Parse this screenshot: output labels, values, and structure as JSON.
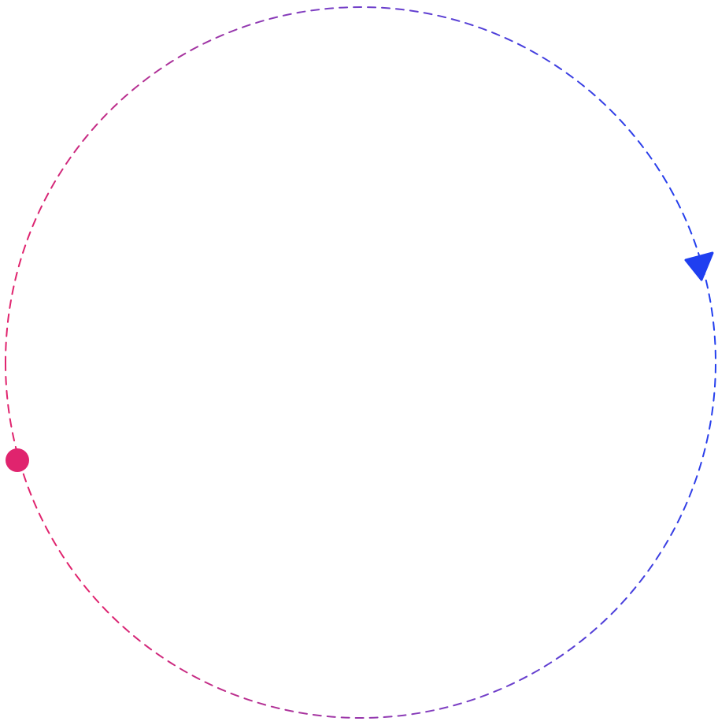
{
  "diagram": {
    "kind": "dashed circular arrow",
    "start_marker": "dot",
    "end_marker": "triangle-arrowhead",
    "direction": "clockwise",
    "colors": {
      "start": "#E0246E",
      "middle": "#7B3FC4",
      "end": "#1F3FF0",
      "background": "#FFFFFF"
    }
  }
}
